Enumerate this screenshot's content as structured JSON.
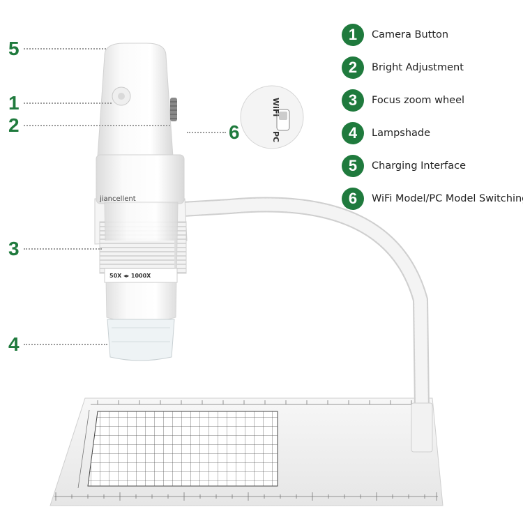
{
  "callouts": [
    {
      "num": "5"
    },
    {
      "num": "1"
    },
    {
      "num": "2"
    },
    {
      "num": "6"
    },
    {
      "num": "3"
    },
    {
      "num": "4"
    }
  ],
  "legend": [
    {
      "num": "1",
      "label": "Camera Button"
    },
    {
      "num": "2",
      "label": "Bright Adjustment"
    },
    {
      "num": "3",
      "label": "Focus zoom wheel"
    },
    {
      "num": "4",
      "label": "Lampshade"
    },
    {
      "num": "5",
      "label": "Charging Interface"
    },
    {
      "num": "6",
      "label": "WiFi Model/PC Model Switching"
    }
  ],
  "switch_inset": {
    "top_label": "WiFi",
    "bottom_label": "PC"
  },
  "device": {
    "brand": "jiancellent",
    "magnification": "50X ◂▸ 1000X"
  },
  "colors": {
    "accent": "#1f7a3d",
    "leader": "#9a9a9a",
    "device_body": "#f4f4f4"
  }
}
